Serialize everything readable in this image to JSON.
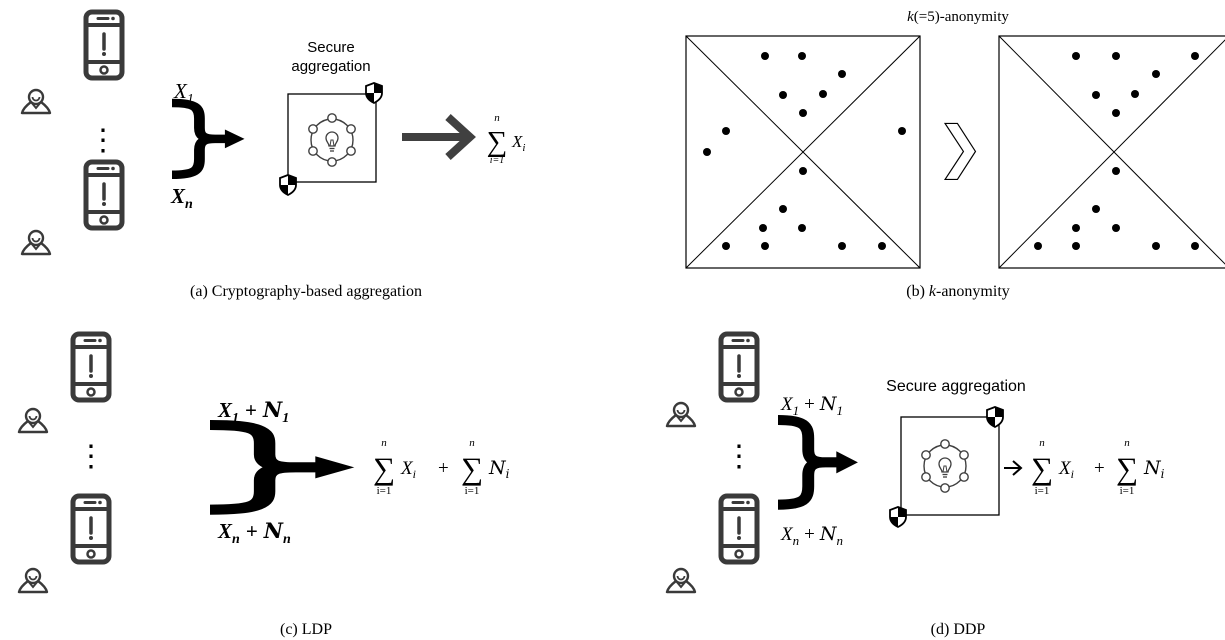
{
  "panels": {
    "a": {
      "caption": "(a) Cryptography-based aggregation",
      "box_label_line1": "Secure",
      "box_label_line2": "aggregation",
      "input_top": {
        "var": "X",
        "sub": "1"
      },
      "input_bottom": {
        "var": "X",
        "sub": "n"
      },
      "output": {
        "sum_top": "n",
        "sum_bottom": "i=1",
        "term_var": "X",
        "term_sub": "i"
      }
    },
    "b": {
      "title_var": "k",
      "title_rest": "(=5)-anonymity",
      "caption_prefix": "(b) ",
      "caption_var": "k",
      "caption_suffix": "-anonymity"
    },
    "c": {
      "caption": "(c) LDP",
      "input_top": {
        "var": "X",
        "sub": "1",
        "plus": "+",
        "noise": "N",
        "noise_sub": "1"
      },
      "input_bottom": {
        "var": "X",
        "sub": "n",
        "plus": "+",
        "noise": "N",
        "noise_sub": "n"
      },
      "output": {
        "sum_top": "n",
        "sum_bottom": "i=1",
        "term1_var": "X",
        "term1_sub": "i",
        "plus": "+",
        "term2_var": "N",
        "term2_sub": "i"
      }
    },
    "d": {
      "caption": "(d) DDP",
      "box_label": "Secure aggregation",
      "input_top": {
        "var": "X",
        "sub": "1",
        "plus": "+",
        "noise": "N",
        "noise_sub": "1"
      },
      "input_bottom": {
        "var": "X",
        "sub": "n",
        "plus": "+",
        "noise": "N",
        "noise_sub": "n"
      },
      "output": {
        "sum_top": "n",
        "sum_bottom": "i=1",
        "term1_var": "X",
        "term1_sub": "i",
        "plus": "+",
        "term2_var": "N",
        "term2_sub": "i"
      }
    }
  },
  "symbols": {
    "sigma": "∑",
    "ellipsis_vertical": "⋮",
    "chevron": "❯"
  },
  "colors": {
    "ink": "#000000",
    "device": "#3a3a3a",
    "arrow": "#404040"
  }
}
